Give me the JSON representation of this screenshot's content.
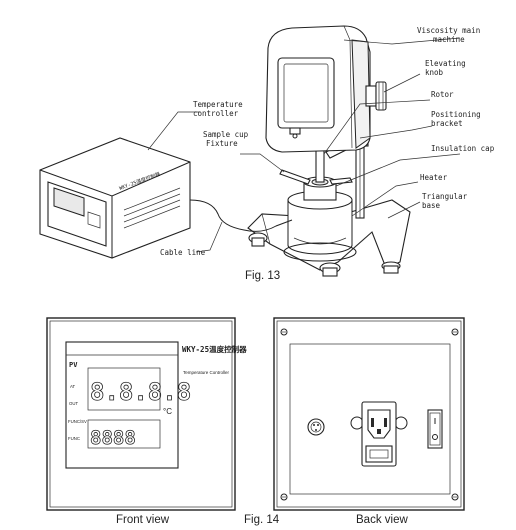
{
  "fig13": {
    "caption": "Fig. 13",
    "labels": {
      "viscosity_main_1": "Viscosity main",
      "viscosity_main_2": "machine",
      "elevating_1": "Elevating",
      "elevating_2": "knob",
      "rotor": "Rotor",
      "positioning_1": "Positioning",
      "positioning_2": "bracket",
      "insulation": "Insulation cap",
      "heater": "Heater",
      "triangular_1": "Triangular",
      "triangular_2": "base",
      "temp_ctrl_1": "Temperature",
      "temp_ctrl_2": "controller",
      "sample_cup_1": "Sample cup",
      "sample_cup_2": "Fixture",
      "cable_line": "Cable line"
    }
  },
  "fig14": {
    "caption": "Fig. 14",
    "front_view": "Front view",
    "back_view": "Back view",
    "panel": {
      "brand": "WKY-25温度控制器",
      "sub": "Temperature Controller",
      "pv": "PV",
      "at": "AT",
      "out": "OUT",
      "row4": "FUNC/SV",
      "row5": "FUNC",
      "pv_digits": "8.8.8.8",
      "sv_digits": "8888",
      "unit": "°C"
    }
  }
}
